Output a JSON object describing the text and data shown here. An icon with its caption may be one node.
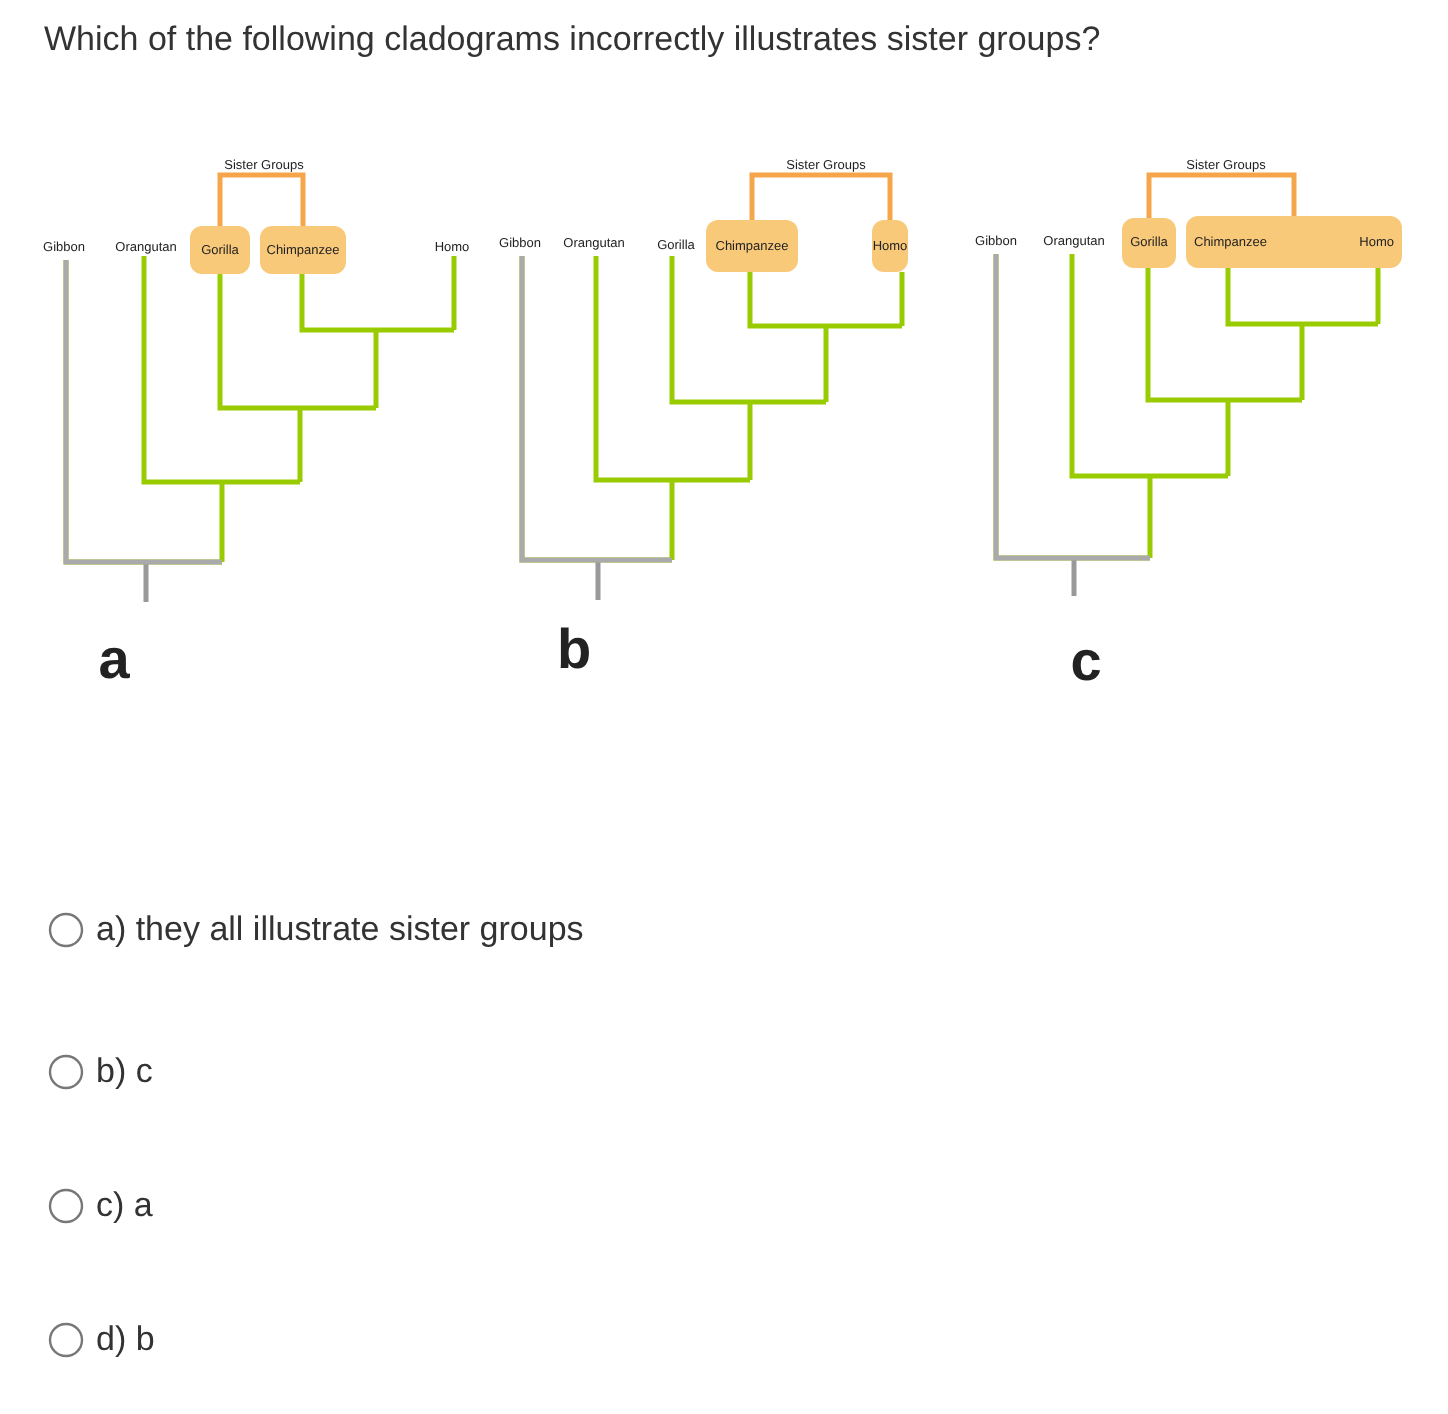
{
  "diagram": {
    "title": "Which of the following cladograms incorrectly illustrates sister groups?",
    "nodes": [
      {
        "text": [
          "Sister Groups"
        ]
      },
      {
        "text": [
          "Gibbon"
        ]
      },
      {
        "text": [
          "Orangutan"
        ]
      },
      {
        "text": [
          "Gorilla"
        ]
      },
      {
        "text": [
          "Chimpanzee"
        ]
      },
      {
        "text": [
          "Homo"
        ]
      },
      {
        "text": [
          "Sister Groups"
        ]
      },
      {
        "text": [
          "Gibbon"
        ]
      },
      {
        "text": [
          "Orangutan"
        ]
      },
      {
        "text": [
          "Gorilla"
        ]
      },
      {
        "text": [
          "Chimpanzee"
        ]
      },
      {
        "text": [
          "Homo"
        ]
      },
      {
        "text": [
          "Sister Groups"
        ]
      },
      {
        "text": [
          "Gibbon"
        ]
      },
      {
        "text": [
          "Orangutan"
        ]
      },
      {
        "text": [
          "Gorilla"
        ]
      },
      {
        "text": [
          "Chimpanzee",
          "Homo"
        ]
      }
    ],
    "edges": [
      {
        "from": 0,
        "to": 3,
        "arrow": "none"
      },
      {
        "from": 0,
        "to": 4,
        "arrow": "none"
      },
      {
        "from": 6,
        "to": 10,
        "arrow": "none"
      },
      {
        "from": 6,
        "to": 11,
        "arrow": "none"
      },
      {
        "from": 12,
        "to": 15,
        "arrow": "none"
      },
      {
        "from": 12,
        "to": 16,
        "arrow": "none"
      }
    ],
    "labels": [
      "a",
      "b",
      "c",
      "a) they all illustrate sister groups",
      "b) c",
      "c) a",
      "d) b"
    ]
  }
}
